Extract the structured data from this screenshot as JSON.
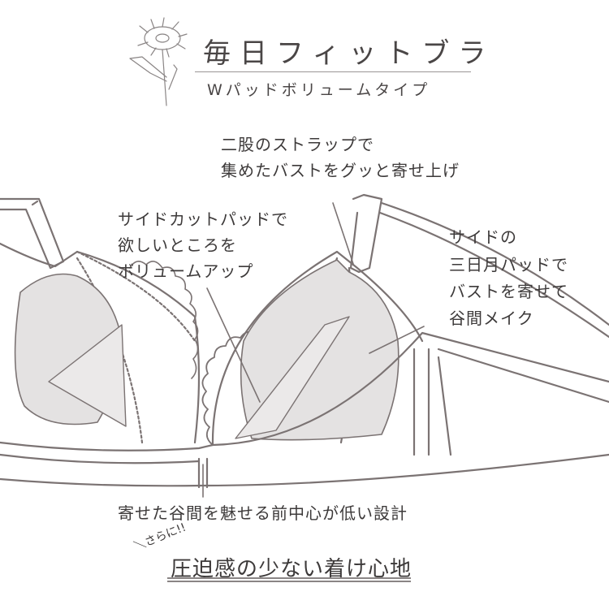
{
  "header": {
    "title": "毎日フィットブラ",
    "subtitle": "Wパッドボリュームタイプ",
    "logo_icon": "daisy-flower-icon"
  },
  "callouts": {
    "strap": [
      "二股のストラップで",
      "集めたバストをグッと寄せ上げ"
    ],
    "side_cut_pad": [
      "サイドカットパッドで",
      "欲しいところを",
      "ボリュームアップ"
    ],
    "crescent_pad": [
      "サイドの",
      "三日月パッドで",
      "バストを寄せて",
      "谷間メイク"
    ],
    "center": "寄せた谷間を魅せる前中心が低い設計"
  },
  "footer": {
    "prefix": "＼さらに!!",
    "headline": "圧迫感の少ない着け心地"
  },
  "colors": {
    "line": "#7b7373",
    "pad": "#e4e2e2",
    "text": "#3d3a3a"
  }
}
